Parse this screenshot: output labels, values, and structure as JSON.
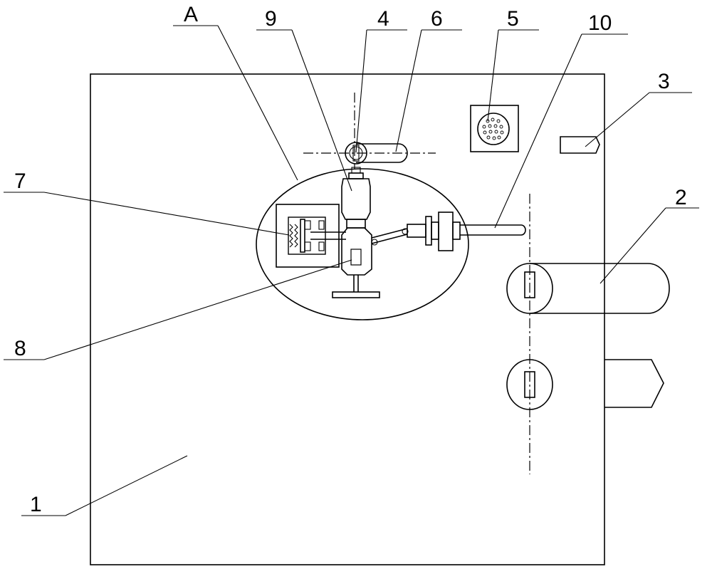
{
  "labels": {
    "l1": "1",
    "l2": "2",
    "l3": "3",
    "l4": "4",
    "l5": "5",
    "l6": "6",
    "l7": "7",
    "l8": "8",
    "l9": "9",
    "l10": "10",
    "lA": "A"
  }
}
